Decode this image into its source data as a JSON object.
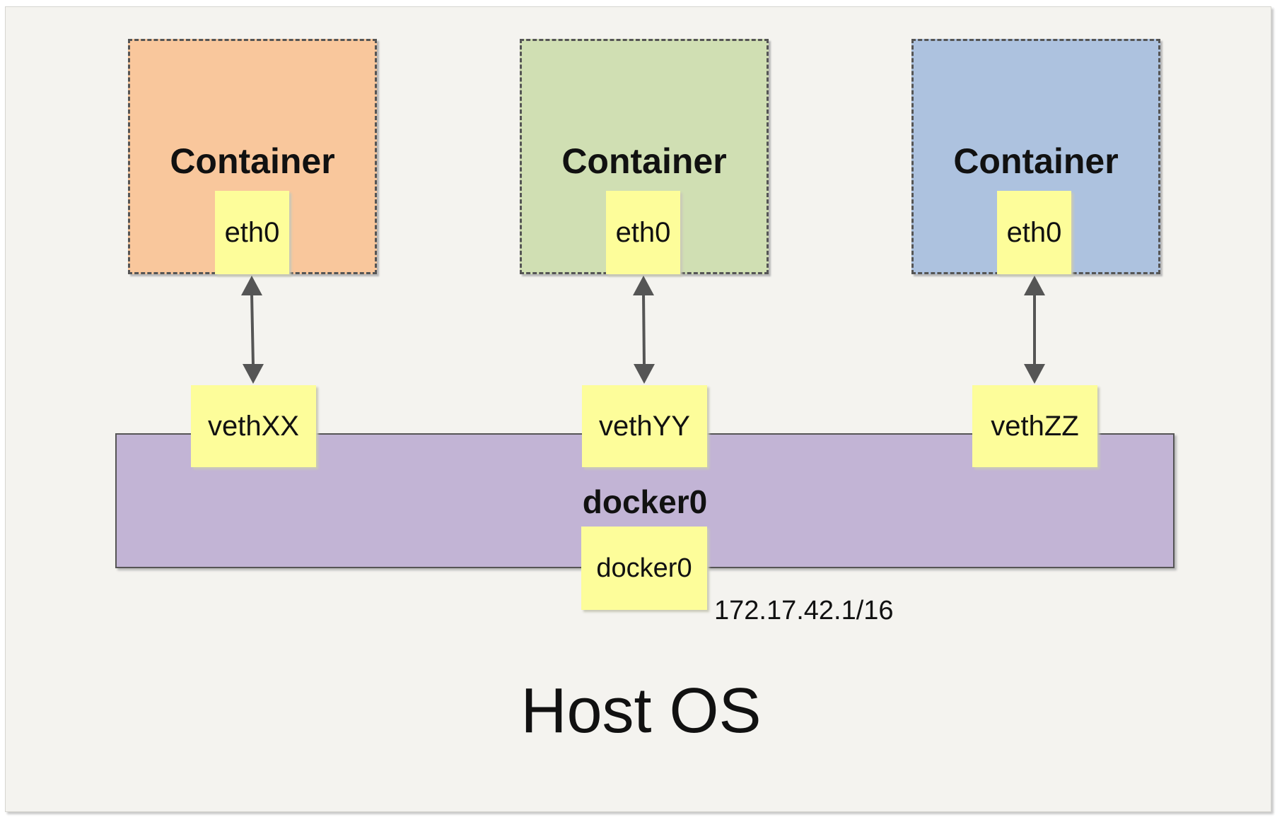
{
  "containers": [
    {
      "title": "Container",
      "interface": "eth0",
      "color": "#f9c79c"
    },
    {
      "title": "Container",
      "interface": "eth0",
      "color": "#d0dfb3"
    },
    {
      "title": "Container",
      "interface": "eth0",
      "color": "#adc2df"
    }
  ],
  "veths": [
    "vethXX",
    "vethYY",
    "vethZZ"
  ],
  "bridge": {
    "title": "docker0",
    "interface": "docker0",
    "ip": "172.17.42.1/16",
    "color": "#c2b4d5"
  },
  "host": {
    "label": "Host OS",
    "background": "#f4f3ef"
  },
  "colors": {
    "note": "#fdfd9a",
    "arrow": "#555555"
  }
}
